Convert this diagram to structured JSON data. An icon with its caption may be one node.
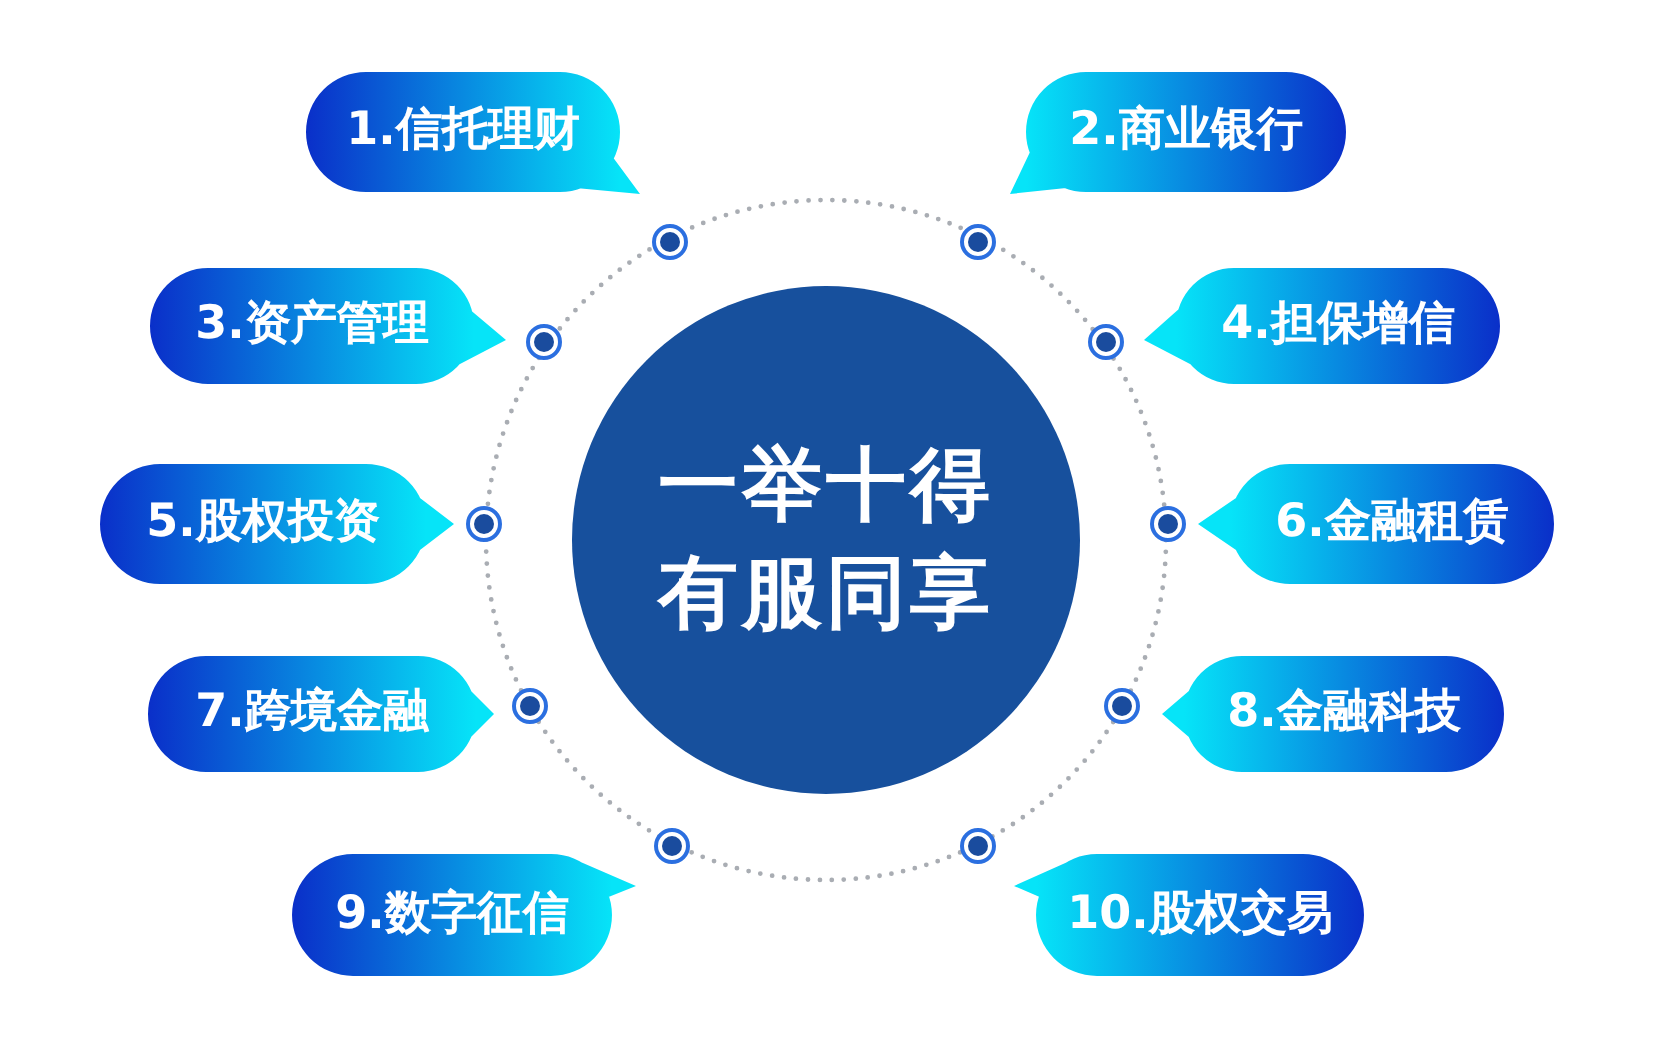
{
  "diagram": {
    "nodes": [
      {
        "text": [
          "一举十得有服同享"
        ]
      },
      {
        "text": [
          "1.信托理财"
        ]
      },
      {
        "text": [
          "2.商业银行"
        ]
      },
      {
        "text": [
          "3.资产管理"
        ]
      },
      {
        "text": [
          "4.担保增信"
        ]
      },
      {
        "text": [
          "5.股权投资"
        ]
      },
      {
        "text": [
          "6.金融租赁"
        ]
      },
      {
        "text": [
          "7.跨境金融"
        ]
      },
      {
        "text": [
          "8.金融科技"
        ]
      },
      {
        "text": [
          "9.数字征信"
        ]
      },
      {
        "text": [
          "10.股权交易"
        ]
      }
    ]
  }
}
